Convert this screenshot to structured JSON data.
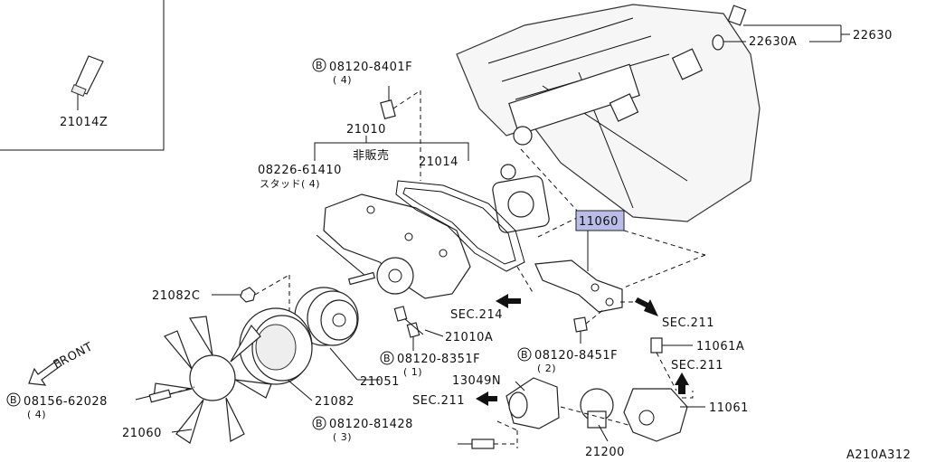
{
  "inset": {
    "part": "21014Z"
  },
  "labels": {
    "p22630": "22630",
    "p22630a": "22630A",
    "b8401f": "08120-8401F",
    "b8401f_qty": "( 4)",
    "p21010": "21010",
    "not_for_sale": "非販売",
    "p08226": "08226-61410",
    "stud": "スタッド( 4)",
    "p21014": "21014",
    "p11060": "11060",
    "p21082c": "21082C",
    "sec214": "SEC.214",
    "sec211_a": "SEC.211",
    "p21010a": "21010A",
    "b8351f": "08120-8351F",
    "b8351f_qty": "( 1)",
    "b8451f": "08120-8451F",
    "b8451f_qty": "( 2)",
    "p11061a": "11061A",
    "sec211_b": "SEC.211",
    "p21051": "21051",
    "p13049n": "13049N",
    "sec211_c": "SEC.211",
    "p11061": "11061",
    "front": "FRONT",
    "b62028": "08156-62028",
    "b62028_qty": "( 4)",
    "p21082": "21082",
    "p21060": "21060",
    "b81428": "08120-81428",
    "b81428_qty": "( 3)",
    "p21200": "21200",
    "diagram_id": "A210A312",
    "bolt_mark": "B"
  }
}
